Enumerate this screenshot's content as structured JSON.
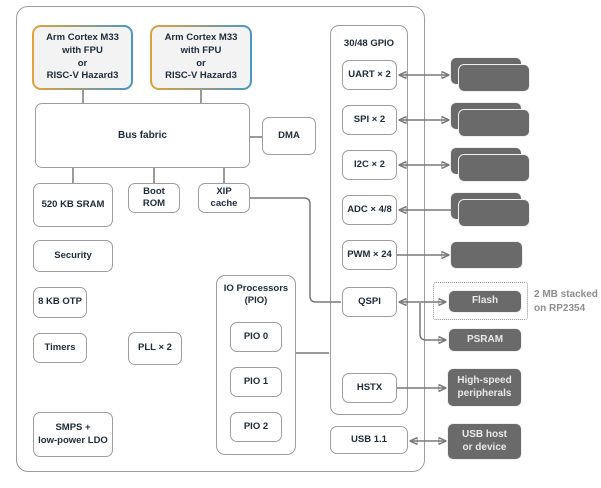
{
  "colors": {
    "cpu_border_left": "#e0a33c",
    "cpu_border_right": "#4a97c4",
    "cpu_fill": "#f3f3f4",
    "block_border": "#9d9d9d",
    "dark_block_fill": "#6a6a6a",
    "dark_block_text": "#e9e9e9",
    "label_text": "#1e2a36",
    "note_text": "#8d8d8d",
    "wire": "#787878"
  },
  "chip": {
    "cpus": [
      {
        "lines": [
          "Arm Cortex M33",
          "with FPU",
          "or",
          "RISC-V Hazard3"
        ]
      },
      {
        "lines": [
          "Arm Cortex M33",
          "with FPU",
          "or",
          "RISC-V Hazard3"
        ]
      }
    ],
    "bus_fabric": "Bus fabric",
    "dma": "DMA",
    "sram": "520 KB SRAM",
    "boot_rom": [
      "Boot",
      "ROM"
    ],
    "xip_cache": [
      "XIP",
      "cache"
    ],
    "security": "Security",
    "otp": "8 KB OTP",
    "timers": "Timers",
    "pll": "PLL × 2",
    "smps": [
      "SMPS +",
      "low-power LDO"
    ],
    "pio": {
      "title": [
        "IO Processors",
        "(PIO)"
      ],
      "blocks": [
        "PIO 0",
        "PIO 1",
        "PIO 2"
      ]
    },
    "gpio": {
      "title": "30/48 GPIO",
      "uart": "UART × 2",
      "spi": "SPI × 2",
      "i2c": "I2C × 2",
      "adc": "ADC × 4/8",
      "pwm": "PWM × 24",
      "qspi": "QSPI",
      "hstx": "HSTX"
    },
    "usb": "USB 1.1"
  },
  "external": {
    "flash": "Flash",
    "flash_note": [
      "2 MB stacked",
      "on RP2354"
    ],
    "psram": "PSRAM",
    "hs_peripherals": [
      "High-speed",
      "peripherals"
    ],
    "usb_host": [
      "USB host",
      "or device"
    ]
  }
}
